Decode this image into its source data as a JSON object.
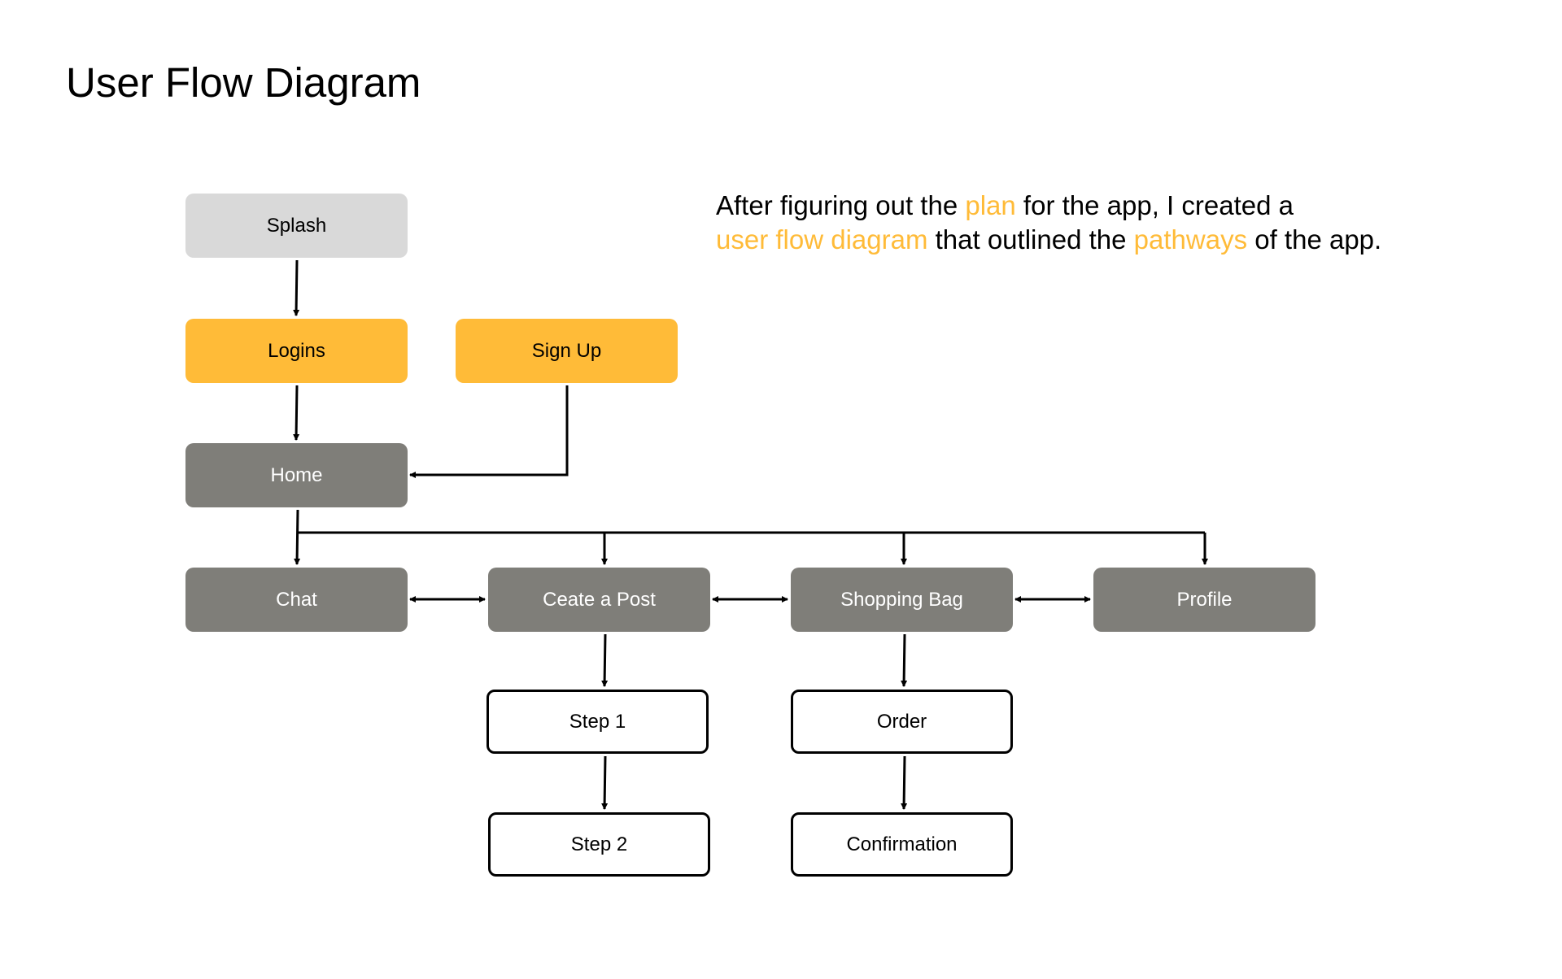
{
  "title": "User Flow Diagram",
  "description": [
    {
      "text": "After figuring out the ",
      "highlight": false
    },
    {
      "text": "plan",
      "highlight": true
    },
    {
      "text": " for the app, I created a",
      "highlight": false
    },
    {
      "text": "\n",
      "highlight": false
    },
    {
      "text": "user flow diagram",
      "highlight": true
    },
    {
      "text": " that outlined the ",
      "highlight": false
    },
    {
      "text": "pathways",
      "highlight": true
    },
    {
      "text": " of the app.",
      "highlight": false
    }
  ],
  "colors": {
    "highlight": "#ffbb38",
    "node_light": "#d9d9d9",
    "node_primary": "#ffbb38",
    "node_screen": "#7f7e79",
    "node_step": "#ffffff",
    "line": "#000000"
  },
  "nodes": {
    "splash": "Splash",
    "logins": "Logins",
    "signup": "Sign Up",
    "home": "Home",
    "chat": "Chat",
    "post": "Ceate a Post",
    "bag": "Shopping Bag",
    "profile": "Profile",
    "step1": "Step 1",
    "step2": "Step 2",
    "order": "Order",
    "confirmation": "Confirmation"
  },
  "edges": [
    {
      "from": "splash",
      "to": "logins",
      "direction": "forward"
    },
    {
      "from": "logins",
      "to": "home",
      "direction": "forward"
    },
    {
      "from": "signup",
      "to": "home",
      "direction": "forward"
    },
    {
      "from": "home",
      "to": "chat",
      "direction": "forward"
    },
    {
      "from": "home",
      "to": "post",
      "direction": "forward"
    },
    {
      "from": "home",
      "to": "bag",
      "direction": "forward"
    },
    {
      "from": "home",
      "to": "profile",
      "direction": "forward"
    },
    {
      "from": "chat",
      "to": "post",
      "direction": "both"
    },
    {
      "from": "post",
      "to": "bag",
      "direction": "both"
    },
    {
      "from": "bag",
      "to": "profile",
      "direction": "both"
    },
    {
      "from": "post",
      "to": "step1",
      "direction": "forward"
    },
    {
      "from": "step1",
      "to": "step2",
      "direction": "forward"
    },
    {
      "from": "bag",
      "to": "order",
      "direction": "forward"
    },
    {
      "from": "order",
      "to": "confirmation",
      "direction": "forward"
    }
  ]
}
